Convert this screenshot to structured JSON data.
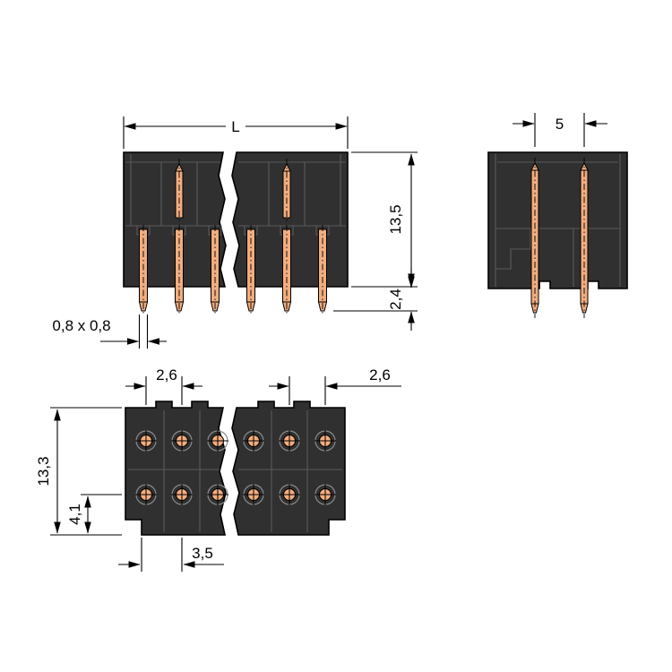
{
  "colors": {
    "body": "#303030",
    "pin": "#f3ad7e",
    "inner": "#5a5a5a",
    "line": "#000000",
    "background": "#ffffff"
  },
  "views": {
    "front": {
      "title": "front-view",
      "dimensions": {
        "length": "L",
        "body_height": "13,5",
        "pin_protrusion": "2,4",
        "pin_cross_section": "0,8 x 0,8"
      }
    },
    "side": {
      "title": "side-view",
      "dimensions": {
        "row_spacing": "5"
      }
    },
    "top": {
      "title": "top-view",
      "dimensions": {
        "pitch_left": "2,6",
        "pitch_right": "2,6",
        "body_depth": "13,3",
        "row_to_edge": "4,1",
        "offset": "3,5"
      }
    }
  }
}
